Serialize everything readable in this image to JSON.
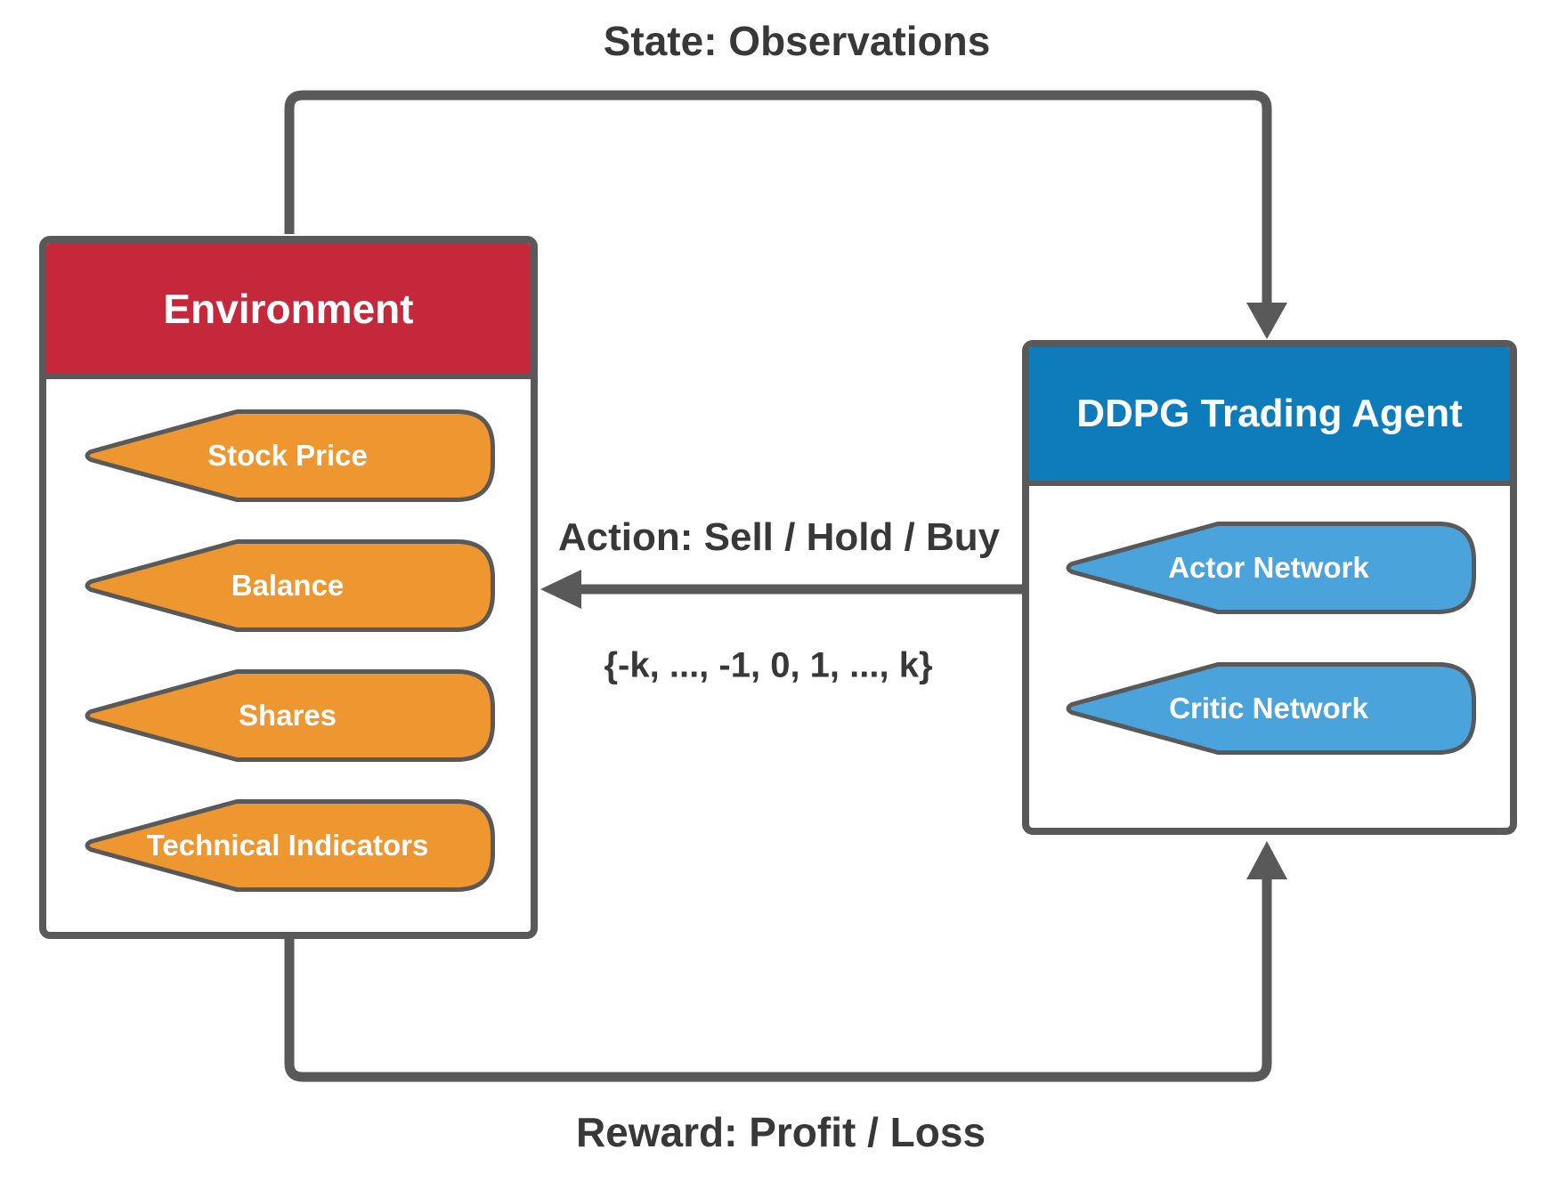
{
  "colors": {
    "background": "#ffffff",
    "connector-gray": "#595959",
    "border-gray": "#595959",
    "label-dark": "#383838",
    "env-red": "#C5283A",
    "env-orange": "#EE9630",
    "agent-blue": "#0E7CBB",
    "agent-lightblue": "#4AA4DB",
    "node-text": "#ffffff"
  },
  "labels": {
    "state": "State: Observations",
    "action": "Action: Sell / Hold / Buy",
    "action_set": "{-k, ..., -1, 0, 1, ..., k}",
    "reward": "Reward: Profit / Loss"
  },
  "environment": {
    "title": "Environment",
    "items": [
      {
        "label": "Stock Price"
      },
      {
        "label": "Balance"
      },
      {
        "label": "Shares"
      },
      {
        "label": "Technical Indicators"
      }
    ]
  },
  "agent": {
    "title": "DDPG Trading Agent",
    "items": [
      {
        "label": "Actor Network"
      },
      {
        "label": "Critic Network"
      }
    ]
  }
}
